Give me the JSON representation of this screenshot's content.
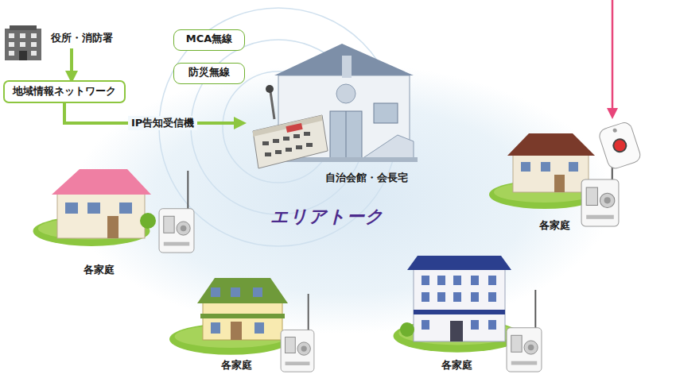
{
  "diagram": {
    "nodes": [
      {
        "text": [
          "役所・消防署"
        ]
      },
      {
        "text": [
          "地域情報ネットワーク"
        ]
      },
      {
        "text": [
          "自治会館・会長宅"
        ]
      },
      {
        "text": [
          "MCA無線"
        ]
      },
      {
        "text": [
          "防災無線"
        ]
      }
    ],
    "edges": [
      {
        "from": 0,
        "to": 1,
        "arrow": "to"
      },
      {
        "from": 1,
        "to": 2,
        "label": "IP告知受信機",
        "arrow": "to"
      }
    ],
    "labels": [
      "エリアトーク",
      "各家庭",
      "各家庭",
      "各家庭",
      "各家庭"
    ]
  }
}
